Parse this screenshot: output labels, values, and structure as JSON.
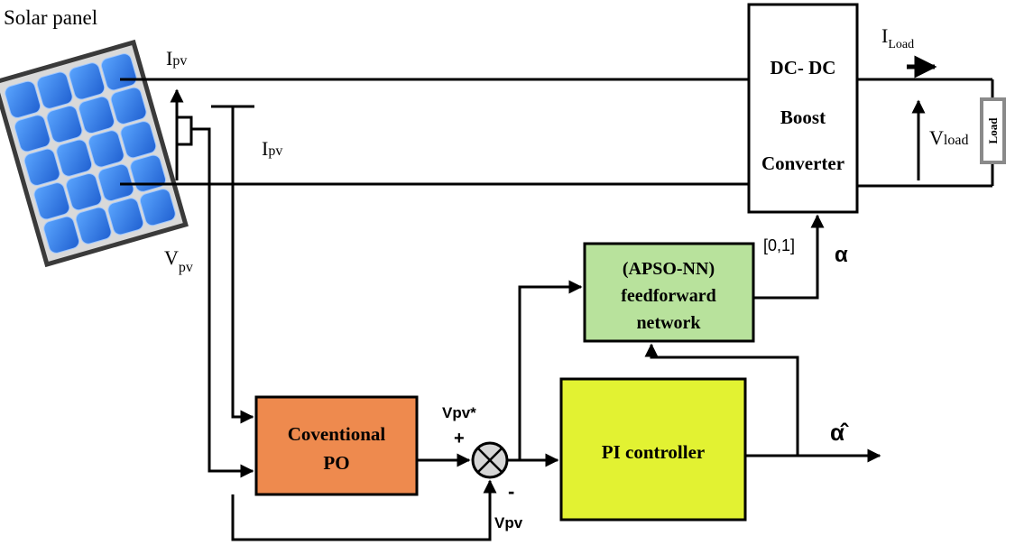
{
  "labels": {
    "solar_panel": "Solar panel",
    "ipv_top": "I",
    "ipv_top_sub": "pv",
    "ipv_mid": "I",
    "ipv_mid_sub": "pv",
    "vpv_left": "V",
    "vpv_left_sub": "pv",
    "iload": "I",
    "iload_sub": "Load",
    "vload": "V",
    "vload_sub": "load",
    "range": "[0,1]",
    "alpha": "α",
    "alpha_hat": "α̂",
    "vpv_star": "Vpv*",
    "plus": "+",
    "minus": "-",
    "vpv_bottom": "Vpv"
  },
  "blocks": {
    "converter": {
      "line1": "DC- DC",
      "line2": "Boost",
      "line3": "Converter"
    },
    "load": {
      "label": "Load"
    },
    "nn": {
      "line1": "(APSO-NN)",
      "line2": "feedforward",
      "line3": "network",
      "fill": "#b8e29c"
    },
    "po": {
      "line1": "Coventional",
      "line2": "PO",
      "fill": "#ee8a4e"
    },
    "pi": {
      "label": "PI controller",
      "fill": "#e2f232"
    }
  },
  "colors": {
    "wire": "#000000",
    "panel_cell": "#2e7be8",
    "panel_frame": "#3a3a3a",
    "load_border": "#8a8a8a"
  }
}
